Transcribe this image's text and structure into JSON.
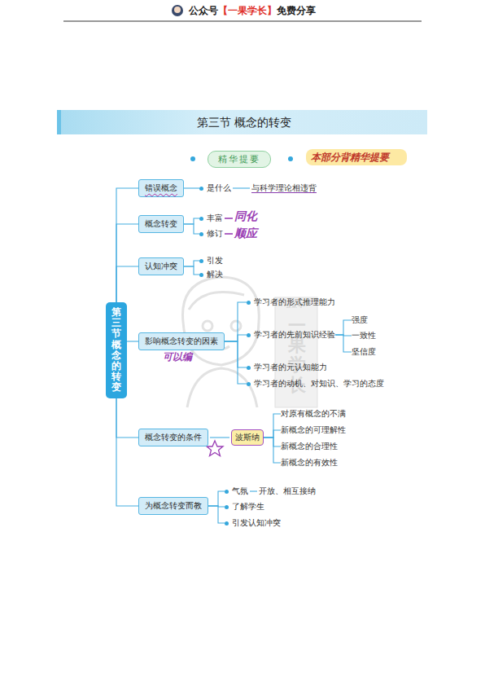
{
  "diagram": {
    "title": "第三节 概念的转变",
    "nodes": [
      {
        "text": [
          "精华提要"
        ]
      },
      {
        "text": [
          "第三节 概念的转变"
        ]
      },
      {
        "text": [
          "错误概念"
        ]
      },
      {
        "text": [
          "是什么"
        ]
      },
      {
        "text": [
          "与科学理论相违背"
        ]
      },
      {
        "text": [
          "概念转变"
        ]
      },
      {
        "text": [
          "丰富"
        ]
      },
      {
        "text": [
          "同化"
        ]
      },
      {
        "text": [
          "修订"
        ]
      },
      {
        "text": [
          "顺应"
        ]
      },
      {
        "text": [
          "认知冲突"
        ]
      },
      {
        "text": [
          "引发"
        ]
      },
      {
        "text": [
          "解决"
        ]
      },
      {
        "text": [
          "影响概念转变的因素"
        ]
      },
      {
        "text": [
          "学习者的形式推理能力"
        ]
      },
      {
        "text": [
          "学习者的先前知识经验"
        ]
      },
      {
        "text": [
          "强度"
        ]
      },
      {
        "text": [
          "一致性"
        ]
      },
      {
        "text": [
          "坚信度"
        ]
      },
      {
        "text": [
          "学习者的元认知能力"
        ]
      },
      {
        "text": [
          "学习者的动机、对知识、学习的态度"
        ]
      },
      {
        "text": [
          "概念转变的条件"
        ]
      },
      {
        "text": [
          "波斯纳"
        ]
      },
      {
        "text": [
          "对原有概念的不满"
        ]
      },
      {
        "text": [
          "新概念的可理解性"
        ]
      },
      {
        "text": [
          "新概念的合理性"
        ]
      },
      {
        "text": [
          "新概念的有效性"
        ]
      },
      {
        "text": [
          "为概念转变而教"
        ]
      },
      {
        "text": [
          "气氛"
        ]
      },
      {
        "text": [
          "开放、相互接纳"
        ]
      },
      {
        "text": [
          "了解学生"
        ]
      },
      {
        "text": [
          "引发认知冲突"
        ]
      }
    ],
    "edges": [
      {
        "from": 1,
        "to": 2,
        "arrow": "none"
      },
      {
        "from": 1,
        "to": 5,
        "arrow": "none"
      },
      {
        "from": 1,
        "to": 10,
        "arrow": "none"
      },
      {
        "from": 1,
        "to": 13,
        "arrow": "none"
      },
      {
        "from": 1,
        "to": 21,
        "arrow": "none"
      },
      {
        "from": 1,
        "to": 27,
        "arrow": "none"
      },
      {
        "from": 2,
        "to": 3,
        "arrow": "none"
      },
      {
        "from": 3,
        "to": 4,
        "arrow": "none"
      },
      {
        "from": 5,
        "to": 6,
        "arrow": "none"
      },
      {
        "from": 6,
        "to": 7,
        "arrow": "none"
      },
      {
        "from": 5,
        "to": 8,
        "arrow": "none"
      },
      {
        "from": 8,
        "to": 9,
        "arrow": "none"
      },
      {
        "from": 10,
        "to": 11,
        "arrow": "none"
      },
      {
        "from": 10,
        "to": 12,
        "arrow": "none"
      },
      {
        "from": 13,
        "to": 14,
        "arrow": "none"
      },
      {
        "from": 13,
        "to": 15,
        "arrow": "none"
      },
      {
        "from": 13,
        "to": 19,
        "arrow": "none"
      },
      {
        "from": 13,
        "to": 20,
        "arrow": "none"
      },
      {
        "from": 15,
        "to": 16,
        "arrow": "none"
      },
      {
        "from": 15,
        "to": 17,
        "arrow": "none"
      },
      {
        "from": 15,
        "to": 18,
        "arrow": "none"
      },
      {
        "from": 21,
        "to": 22,
        "arrow": "none"
      },
      {
        "from": 22,
        "to": 23,
        "arrow": "none"
      },
      {
        "from": 22,
        "to": 24,
        "arrow": "none"
      },
      {
        "from": 22,
        "to": 25,
        "arrow": "none"
      },
      {
        "from": 22,
        "to": 26,
        "arrow": "none"
      },
      {
        "from": 27,
        "to": 28,
        "arrow": "none"
      },
      {
        "from": 28,
        "to": 29,
        "arrow": "none"
      },
      {
        "from": 27,
        "to": 30,
        "arrow": "none"
      },
      {
        "from": 27,
        "to": 31,
        "arrow": "none"
      }
    ],
    "labels": [
      "公众号",
      "【一果学长】",
      "免费分享",
      "本部分背精华提要",
      "可以编",
      "公众号",
      "一果学长"
    ]
  }
}
